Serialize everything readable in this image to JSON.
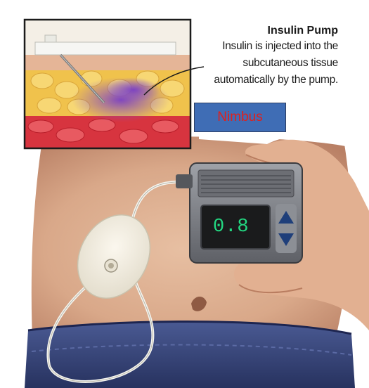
{
  "illustration": {
    "title": "Insulin Pump",
    "description": "Insulin is injected into the subcutaneous tissue automatically by the pump."
  },
  "badge": {
    "label": "Nimbus",
    "background_color": "#3f6db5",
    "text_color": "#e0201c"
  },
  "pump": {
    "display_value": "0.8",
    "display_color": "#23d982",
    "button_color": "#1f3f7a",
    "body_color": "#7b7d83"
  },
  "colors": {
    "skin": "#d9a889",
    "fat": "#f0c24c",
    "muscle": "#d7343f",
    "insulin": "#8a57c9",
    "jeans": "#36447c"
  }
}
